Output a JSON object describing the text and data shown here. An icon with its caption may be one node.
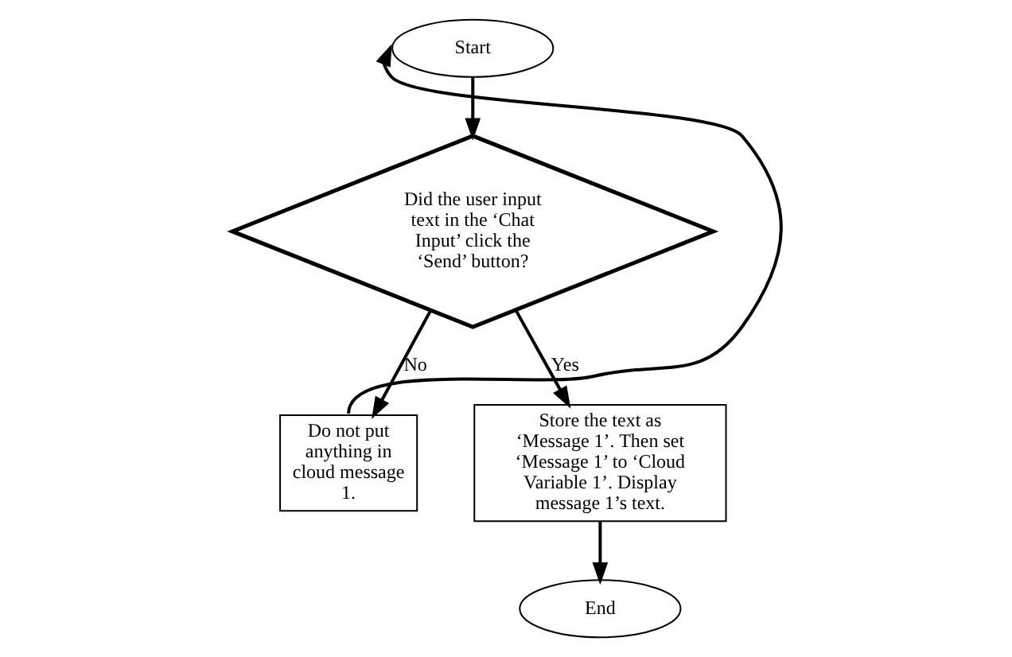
{
  "diagram": {
    "nodes": [
      {
        "text": [
          "Start"
        ]
      },
      {
        "text": [
          "Did the user input text in the ‘Chat Input’ click the ‘Send’ button?"
        ]
      },
      {
        "text": [
          "Do not put anything in cloud message 1."
        ]
      },
      {
        "text": [
          "Store the text as ‘Message 1’. Then set ‘Message 1’ to ‘Cloud Variable 1’. Display message 1’s text."
        ]
      },
      {
        "text": [
          "End"
        ]
      }
    ],
    "edges": [
      {
        "from": 0,
        "to": 1,
        "arrow": "to"
      },
      {
        "from": 1,
        "to": 2,
        "label": "No",
        "arrow": "to"
      },
      {
        "from": 1,
        "to": 3,
        "label": "Yes",
        "arrow": "to"
      },
      {
        "from": 2,
        "to": 0,
        "arrow": "to"
      },
      {
        "from": 3,
        "to": 4,
        "arrow": "to"
      }
    ]
  }
}
